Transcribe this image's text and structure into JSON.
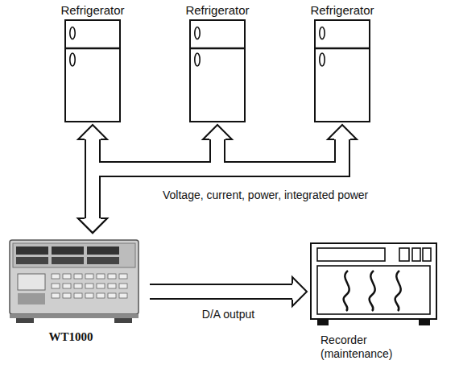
{
  "diagram": {
    "nodes": [
      {
        "text": [
          "Refrigerator"
        ]
      },
      {
        "text": [
          "Refrigerator"
        ]
      },
      {
        "text": [
          "Refrigerator"
        ]
      },
      {
        "text": [
          "WT1000"
        ]
      },
      {
        "text": [
          "Recorder (maintenance)"
        ]
      }
    ],
    "edges": [
      {
        "from": 0,
        "to": 3,
        "arrow": "both"
      },
      {
        "from": 1,
        "to": 3,
        "arrow": "both"
      },
      {
        "from": 2,
        "to": 3,
        "arrow": "both"
      },
      {
        "from": 3,
        "to": 4,
        "label": "D/A output",
        "arrow": "to"
      }
    ],
    "labels": [
      "Voltage, current, power, integrated power"
    ]
  }
}
